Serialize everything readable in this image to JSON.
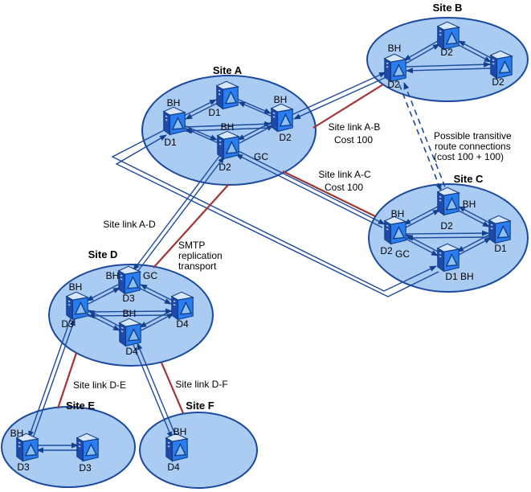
{
  "diagram": {
    "type": "active-directory-replication-topology",
    "colors": {
      "site_fill": "#aaccf2",
      "site_border": "#1b4a9e",
      "replication_line": "#1b4a9e",
      "site_link_line": "#a23535",
      "server_front": "#2a7df0",
      "server_side": "#1e49ad",
      "server_top": "#d8e7fb"
    },
    "sites": {
      "a": {
        "title": "Site A",
        "left_bh": "BH",
        "left_name": "D1",
        "top_name": "D1",
        "right_bh": "BH",
        "right_name": "D2",
        "bottom_bh": "BH",
        "bottom_name": "D2",
        "bottom_gc": "GC"
      },
      "b": {
        "title": "Site B",
        "top_name": "D2",
        "left_bh": "BH",
        "left_name": "D2",
        "right_name": "D2"
      },
      "c": {
        "title": "Site C",
        "top_bh": "BH",
        "top_name": "D2",
        "left_bh": "BH",
        "left_name": "D2",
        "left_gc": "GC",
        "right_name": "D1",
        "bottom_name": "D1  BH"
      },
      "d": {
        "title": "Site D",
        "top_bh": "BH",
        "top_gc": "GC",
        "top_name": "D3",
        "left_bh": "BH",
        "left_name": "D3",
        "right_name": "D4",
        "bottom_bh": "BH",
        "bottom_name": "D4"
      },
      "e": {
        "title": "Site E",
        "left_bh": "BH",
        "left_name": "D3",
        "right_name": "D3"
      },
      "f": {
        "title": "Site F",
        "bh": "BH",
        "name": "D4"
      }
    },
    "annotations": {
      "link_ab_1": "Site link A-B",
      "link_ab_2": "Cost 100",
      "link_ac_1": "Site link A-C",
      "link_ac_2": "Cost 100",
      "link_ad": "Site link A-D",
      "smtp_1": "SMTP",
      "smtp_2": "replication",
      "smtp_3": "transport",
      "transitive_1": "Possible transitive",
      "transitive_2": "route connections",
      "transitive_3": "(cost 100 + 100)",
      "link_de": "Site link D-E",
      "link_df": "Site link D-F"
    }
  }
}
